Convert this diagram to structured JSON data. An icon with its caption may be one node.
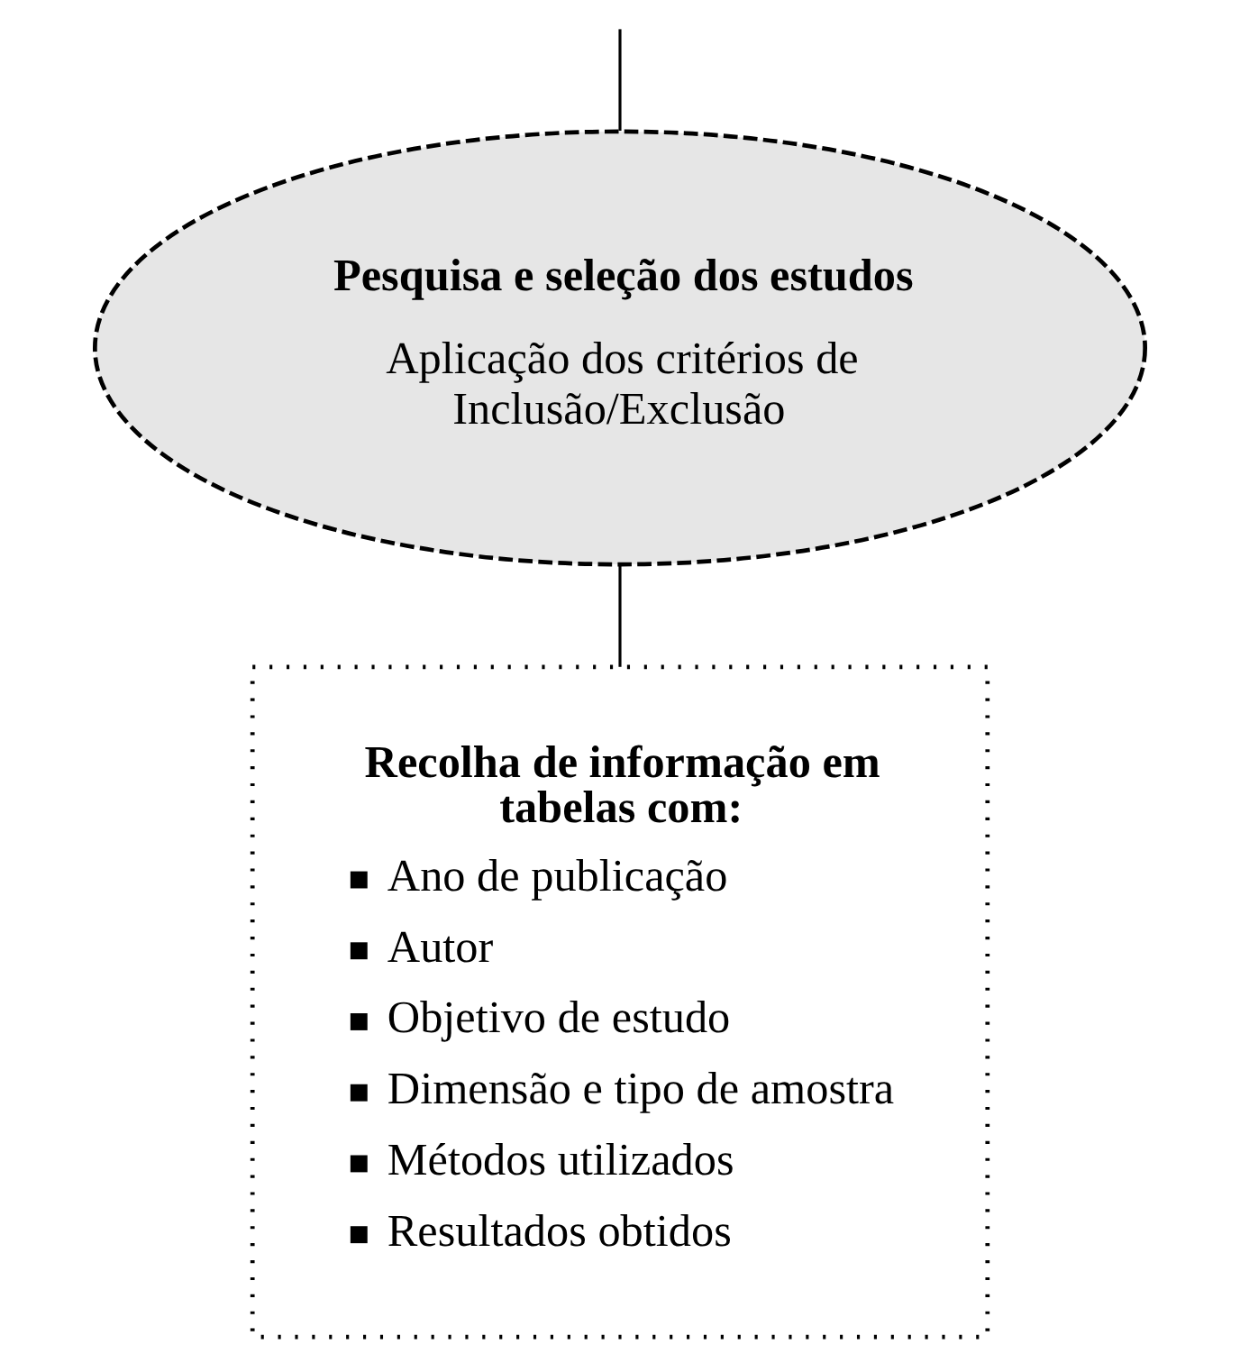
{
  "diagram": {
    "nodes": [
      {
        "text": [
          "Pesquisa e seleção dos estudos",
          "Aplicação dos critérios de Inclusão/Exclusão"
        ]
      },
      {
        "text": [
          "Recolha de informação em tabelas com:",
          "Ano de publicação",
          "Autor",
          "Objetivo de estudo",
          "Dimensão e tipo de amostra",
          "Métodos utilizados",
          "Resultados obtidos"
        ]
      }
    ],
    "edges": [
      {
        "from": null,
        "to": 0,
        "arrow": "none"
      },
      {
        "from": 0,
        "to": 1,
        "arrow": "none"
      }
    ]
  }
}
